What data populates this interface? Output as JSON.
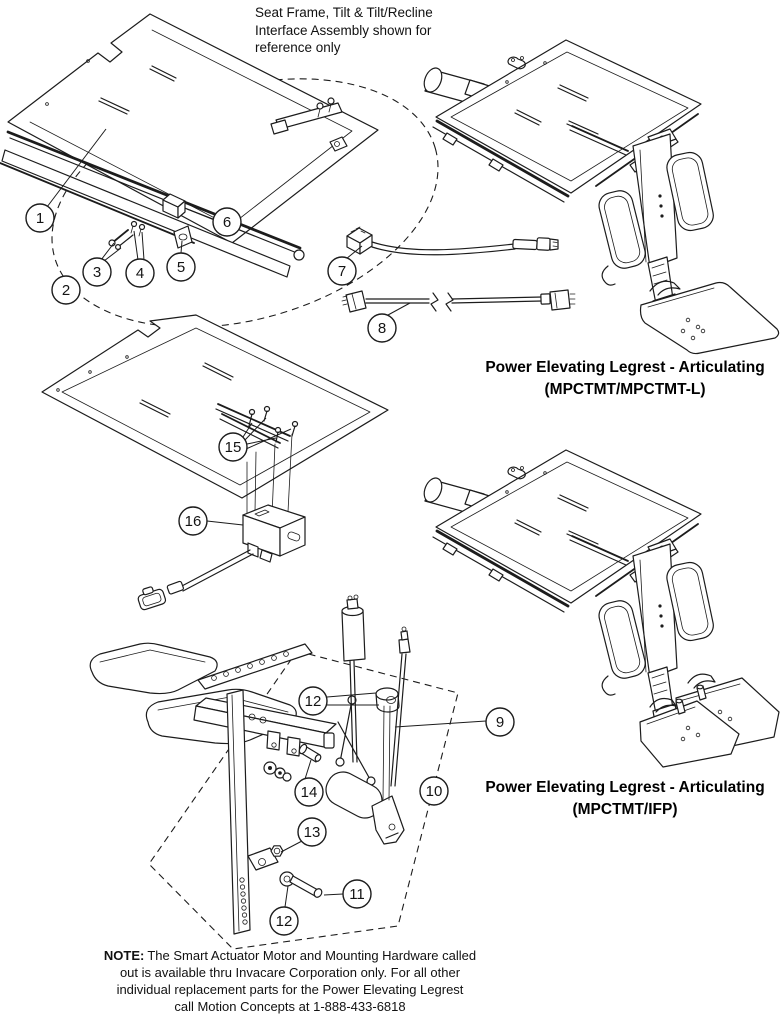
{
  "page": {
    "background": "#ffffff",
    "line_color": "#1c1c1c"
  },
  "reference_note": {
    "line1": "Seat Frame, Tilt & Tilt/Recline",
    "line2": "Interface Assembly shown for",
    "line3": "reference only"
  },
  "figure_titles": {
    "top": {
      "line1": "Power Elevating Legrest - Articulating",
      "line2": "(MPCTMT/MPCTMT-L)"
    },
    "bottom": {
      "line1": "Power Elevating Legrest - Articulating",
      "line2": "(MPCTMT/IFP)"
    }
  },
  "callouts": {
    "c1": "1",
    "c2": "2",
    "c3": "3",
    "c4": "4",
    "c5": "5",
    "c6": "6",
    "c7": "7",
    "c8": "8",
    "c9": "9",
    "c10": "10",
    "c11": "11",
    "c12a": "12",
    "c12b": "12",
    "c13": "13",
    "c14": "14",
    "c15": "15",
    "c16": "16"
  },
  "footer_note": {
    "prefix": "NOTE:",
    "line1": "The Smart Actuator Motor and Mounting Hardware called",
    "line2": "out is available thru Invacare Corporation only. For all other",
    "line3": "individual replacement parts for the Power Elevating Legrest",
    "line4": "call Motion Concepts at 1-888-433-6818"
  }
}
